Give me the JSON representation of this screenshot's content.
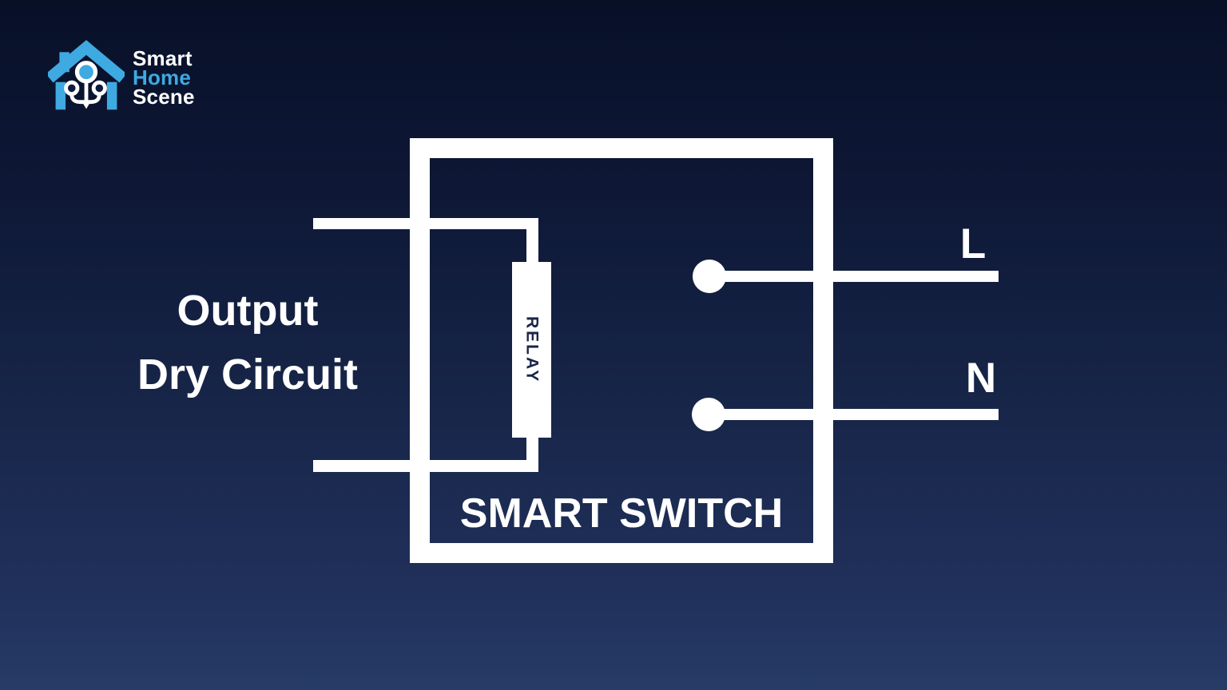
{
  "logo": {
    "brand_line1": "Smart",
    "brand_line2": "Home",
    "brand_line3": "Scene"
  },
  "diagram": {
    "left_label_line1": "Output",
    "left_label_line2": "Dry Circuit",
    "relay_label": "RELAY",
    "box_label": "SMART SWITCH",
    "terminal_live_label": "L",
    "terminal_neutral_label": "N"
  },
  "colors": {
    "background_top": "#081028",
    "background_bottom": "#263b66",
    "wire_white": "#ffffff",
    "brand_blue": "#3fa9e1",
    "relay_text_navy": "#1a2547"
  }
}
